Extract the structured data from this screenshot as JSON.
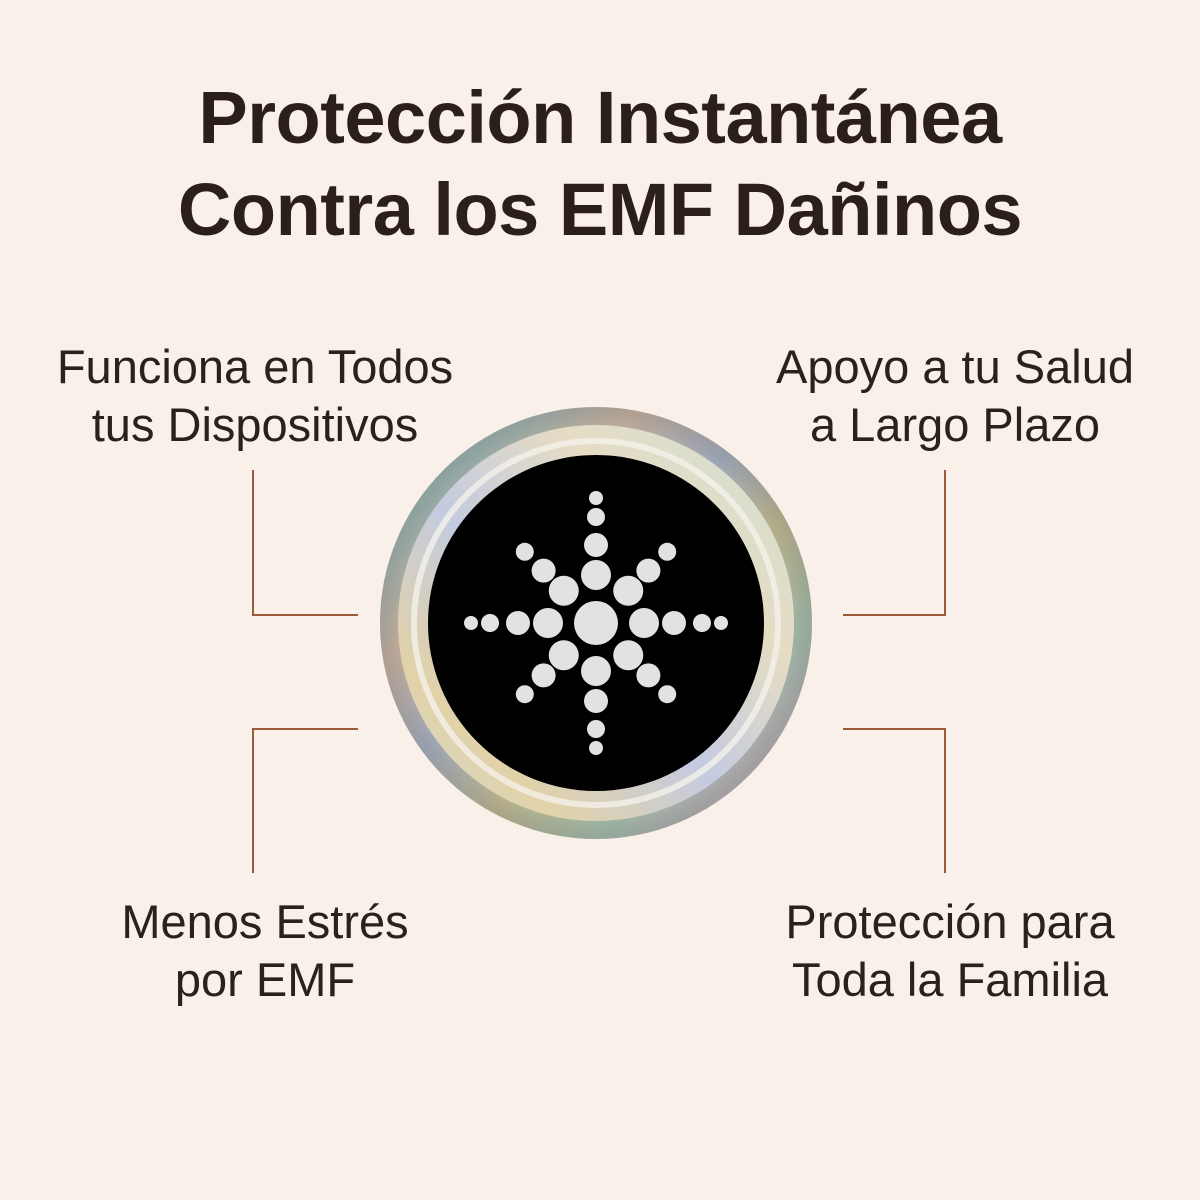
{
  "title": {
    "line1": "Protección Instantánea",
    "line2": "Contra los EMF Dañinos"
  },
  "features": {
    "top_left": {
      "line1": "Funciona en Todos",
      "line2": "tus Dispositivos"
    },
    "top_right": {
      "line1": "Apoyo a tu Salud",
      "line2": "a Largo Plazo"
    },
    "bottom_left": {
      "line1": "Menos Estrés",
      "line2": "por EMF"
    },
    "bottom_right": {
      "line1": "Protección para",
      "line2": "Toda la Familia"
    }
  },
  "colors": {
    "background": "#f9f1e9",
    "text": "#2b1f19",
    "connector": "#9a5a3a",
    "badge_center": "#000000",
    "badge_dots": "#e2e2e2"
  },
  "icons": {
    "badge": "emf-protection-sticker-icon"
  }
}
